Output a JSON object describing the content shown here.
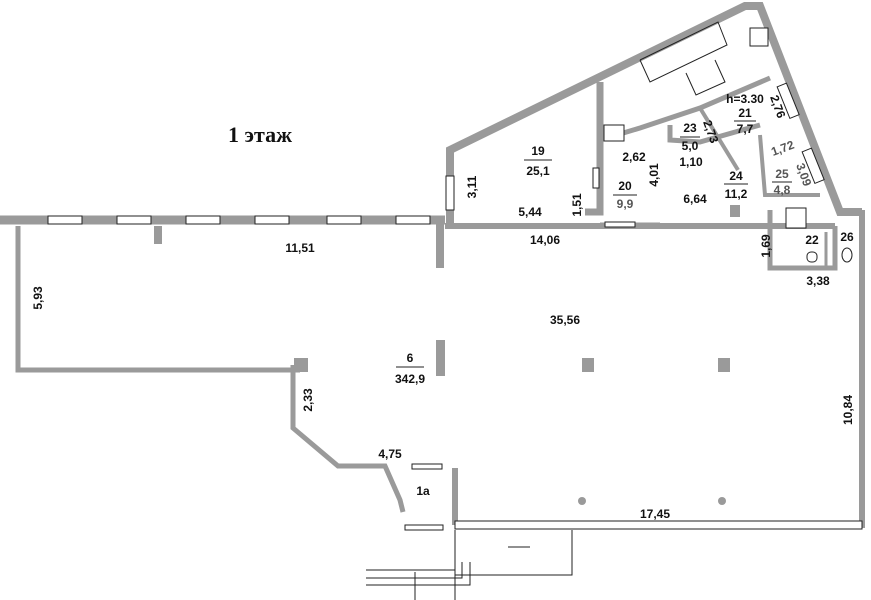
{
  "title": "1 этаж",
  "ceiling_height": "h=3.30",
  "rooms": [
    {
      "id": "6",
      "area": "342,9"
    },
    {
      "id": "19",
      "area": "25,1"
    },
    {
      "id": "20",
      "area": "9,9"
    },
    {
      "id": "21",
      "area": "7,7"
    },
    {
      "id": "23",
      "area": "5,0"
    },
    {
      "id": "24",
      "area": "11,2"
    },
    {
      "id": "25",
      "area": "4,8"
    },
    {
      "id": "22"
    },
    {
      "id": "26"
    },
    {
      "id": "1а"
    }
  ],
  "dimensions": {
    "d_11_51": "11,51",
    "d_5_93": "5,93",
    "d_35_56": "35,56",
    "d_2_33": "2,33",
    "d_4_75": "4,75",
    "d_17_45": "17,45",
    "d_10_84": "10,84",
    "d_3_38": "3,38",
    "d_1_69": "1,69",
    "d_14_06": "14,06",
    "d_5_44": "5,44",
    "d_3_11": "3,11",
    "d_1_51": "1,51",
    "d_4_01": "4,01",
    "d_2_62": "2,62",
    "d_1_10": "1,10",
    "d_6_64": "6,64",
    "d_2_73": "2,73",
    "d_2_76": "2,76",
    "d_1_72": "1,72",
    "d_3_09": "3,09"
  }
}
